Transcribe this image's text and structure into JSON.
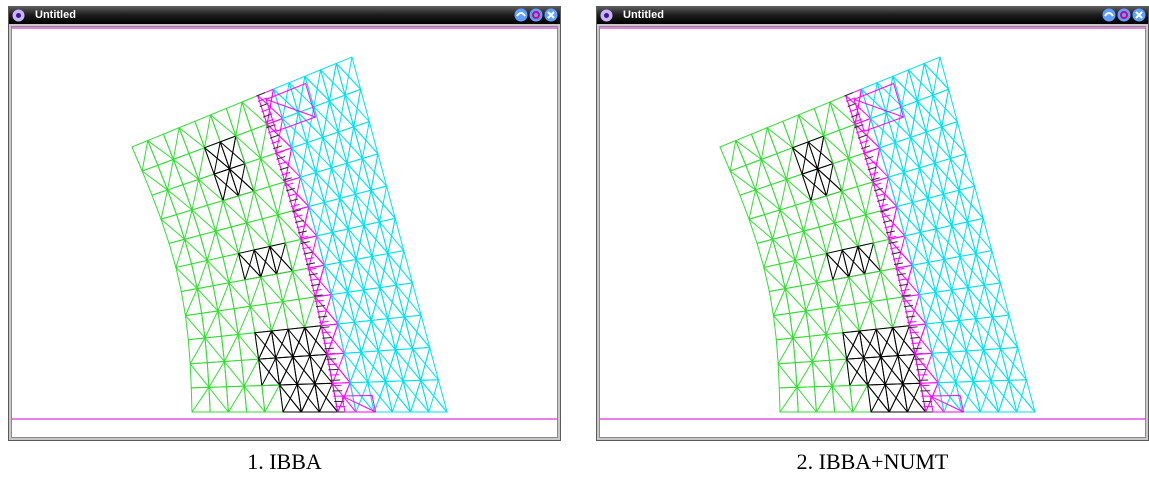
{
  "windows": [
    {
      "title": "Untitled",
      "caption": "1. IBBA"
    },
    {
      "title": "Untitled",
      "caption": "2. IBBA+NUMT"
    }
  ],
  "icons": [
    "app-icon",
    "minimize-icon",
    "maximize-icon",
    "close-icon"
  ],
  "colors": {
    "outer_region": "#33dd33",
    "black_blocks": "#000000",
    "inner_region": "#00e0f0",
    "boundary": "#ff00ff",
    "frame": "#cc00cc"
  }
}
